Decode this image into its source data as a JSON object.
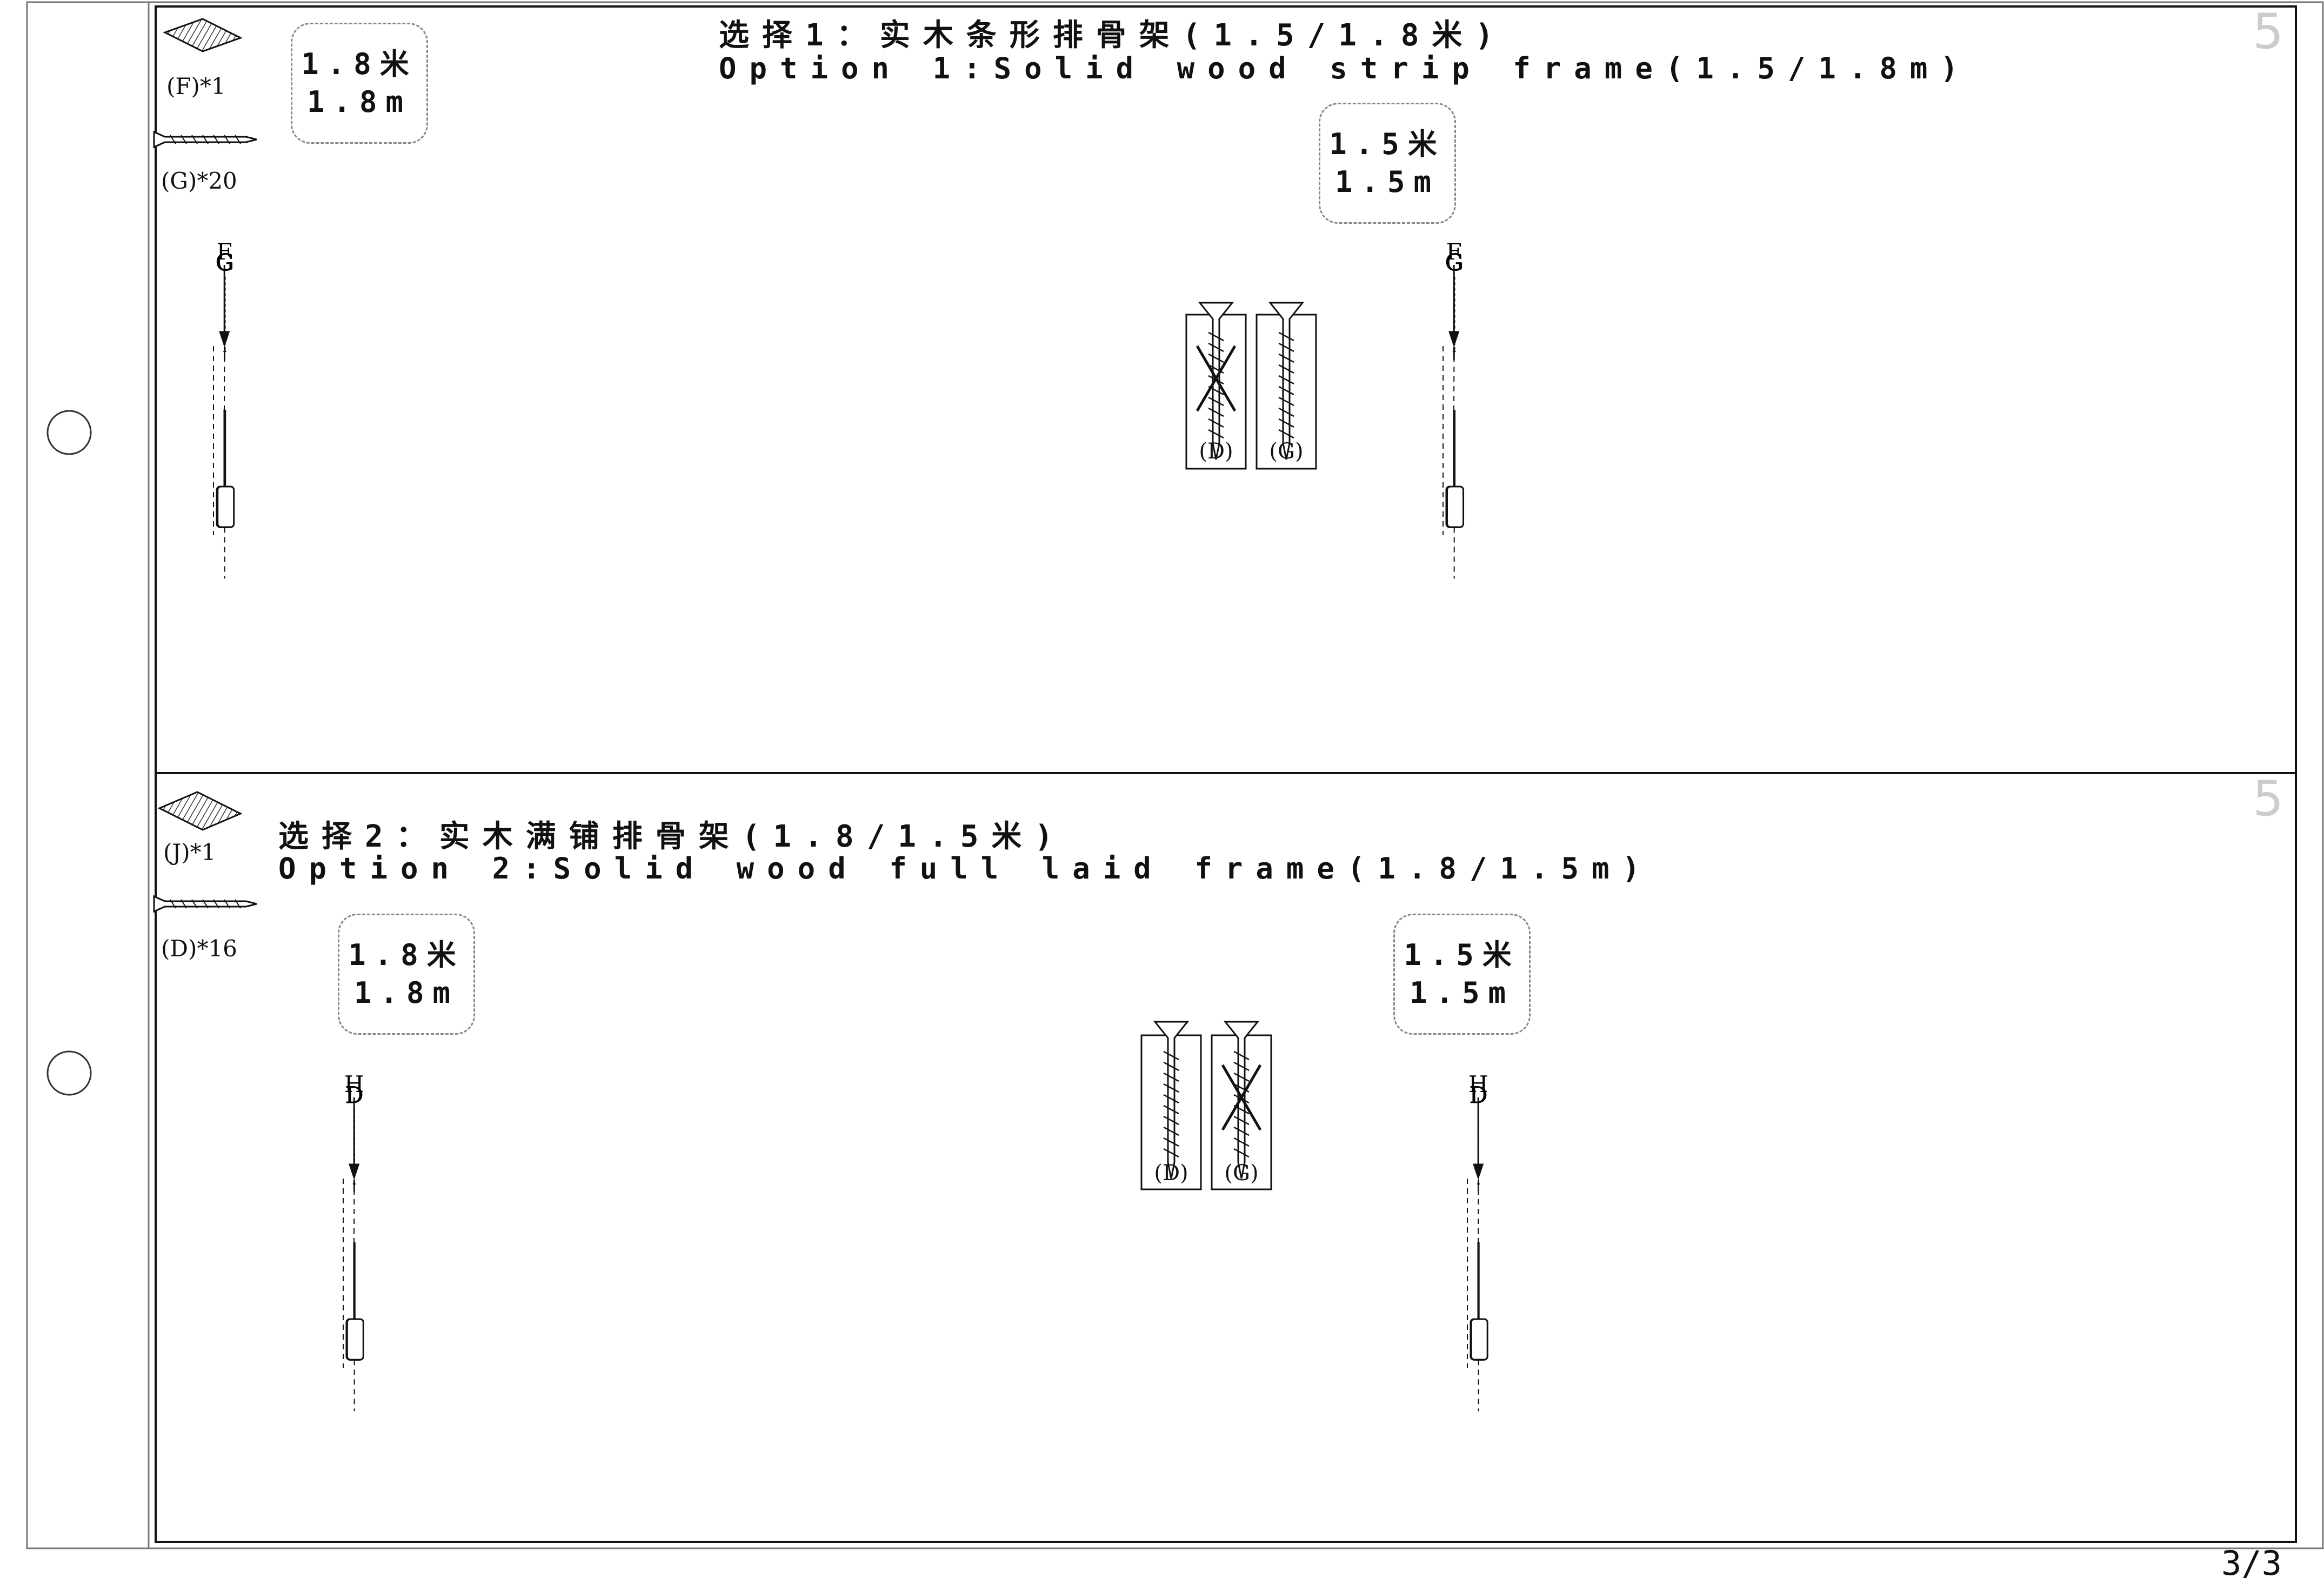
{
  "page_number": "3/3",
  "step_number": "5",
  "option1": {
    "title_cn": "选择1：实木条形排骨架(1.5/1.8米)",
    "title_en": "Option 1:Solid wood strip frame(1.5/1.8m)",
    "parts": [
      {
        "label": "(F)*1",
        "icon": "slat-bundle-icon"
      },
      {
        "label": "(G)*20",
        "icon": "screw-icon"
      }
    ],
    "size_left": {
      "cn": "1.8米",
      "en": "1.8m"
    },
    "size_right": {
      "cn": "1.5米",
      "en": "1.5m"
    },
    "screw_choice": [
      {
        "label": "(D)",
        "crossed": true
      },
      {
        "label": "(G)",
        "crossed": false
      }
    ],
    "callout_letter": "G",
    "frame_letter": "F"
  },
  "option2": {
    "title_cn": "选择2：实木满铺排骨架(1.8/1.5米)",
    "title_en": "Option 2:Solid wood full laid frame(1.8/1.5m)",
    "parts": [
      {
        "label": "(J)*1",
        "icon": "slat-bundle-icon"
      },
      {
        "label": "(D)*16",
        "icon": "screw-icon"
      }
    ],
    "size_left": {
      "cn": "1.8米",
      "en": "1.8m"
    },
    "size_right": {
      "cn": "1.5米",
      "en": "1.5m"
    },
    "screw_choice": [
      {
        "label": "(D)",
        "crossed": false
      },
      {
        "label": "(G)",
        "crossed": true
      }
    ],
    "callout_letter": "D",
    "frame_letter": "H"
  }
}
